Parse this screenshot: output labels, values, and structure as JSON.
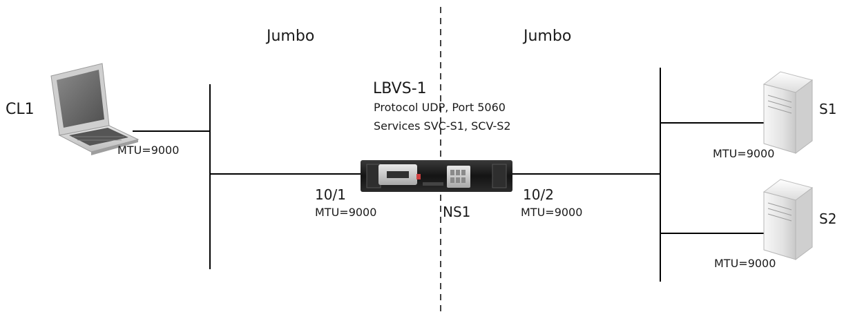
{
  "zones": {
    "left_label": "Jumbo",
    "right_label": "Jumbo"
  },
  "client": {
    "name": "CL1",
    "mtu": "MTU=9000"
  },
  "appliance": {
    "name": "NS1",
    "vserver_name": "LBVS-1",
    "vserver_protocol": "Protocol UDP, Port 5060",
    "vserver_services": "Services  SVC-S1, SCV-S2",
    "port_left": "10/1",
    "port_left_mtu": "MTU=9000",
    "port_right": "10/2",
    "port_right_mtu": "MTU=9000"
  },
  "servers": [
    {
      "name": "S1",
      "mtu": "MTU=9000"
    },
    {
      "name": "S2",
      "mtu": "MTU=9000"
    }
  ],
  "colors": {
    "line": "#000000",
    "appliance_body": "#1b1b1b",
    "appliance_panel": "#cfcfcf",
    "server_body": "#e9e9e9",
    "laptop_body": "#d8d8d8",
    "laptop_screen": "#6e6e6e"
  },
  "icons": {
    "client": "laptop-icon",
    "appliance": "netscaler-appliance-icon",
    "server": "tower-server-icon"
  }
}
